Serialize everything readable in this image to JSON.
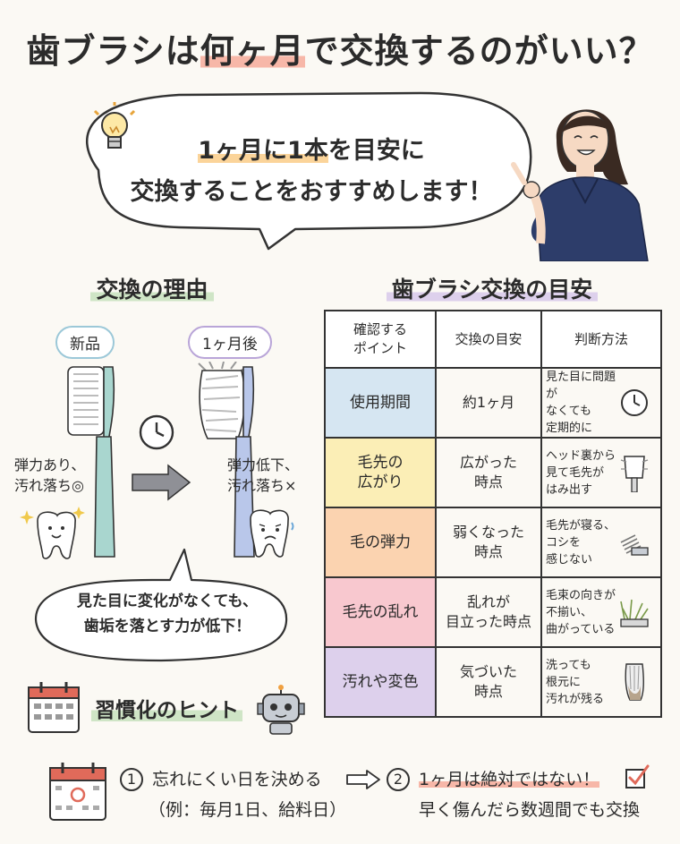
{
  "title": {
    "pre": "歯ブラシは",
    "highlight": "何ヶ月",
    "post": "で交換するのがいい？"
  },
  "bubble": {
    "line1_highlight": "1ヶ月に1本",
    "line1_post": "を目安に",
    "line2": "交換することをおすすめします！"
  },
  "reasons": {
    "title": "交換の理由",
    "new_label": "新品",
    "after_label": "1ヶ月後",
    "new_note_1": "弾力あり、",
    "new_note_2": "汚れ落ち◎",
    "after_note_1": "弾力低下、",
    "after_note_2": "汚れ落ち×",
    "speech_1": "見た目に変化がなくても、",
    "speech_2": "歯垢を落とす力が低下！"
  },
  "guide": {
    "title": "歯ブラシ交換の目安",
    "headers": [
      "確認する\nポイント",
      "交換の目安",
      "判断方法"
    ],
    "rows": [
      {
        "point": "使用期間",
        "timing": "約1ヶ月",
        "method": "見た目に問題が\nなくても\n定期的に",
        "color": "#d6e6f2",
        "icon": "clock-icon"
      },
      {
        "point": "毛先の\n広がり",
        "timing": "広がった\n時点",
        "method": "ヘッド裏から\n見て毛先が\nはみ出す",
        "color": "#fbeeb6",
        "icon": "brush-back-icon"
      },
      {
        "point": "毛の弾力",
        "timing": "弱くなった\n時点",
        "method": "毛先が寝る、\nコシを\n感じない",
        "color": "#fbd3b0",
        "icon": "bristles-flat-icon"
      },
      {
        "point": "毛先の乱れ",
        "timing": "乱れが\n目立った時点",
        "method": "毛束の向きが\n不揃い、\n曲がっている",
        "color": "#f8c8cf",
        "icon": "bristles-messy-icon"
      },
      {
        "point": "汚れや変色",
        "timing": "気づいた\n時点",
        "method": "洗っても\n根元に\n汚れが残る",
        "color": "#ddd0ec",
        "icon": "dirty-root-icon"
      }
    ]
  },
  "hints": {
    "title": "習慣化のヒント",
    "step1_num": "1",
    "step1_title": "忘れにくい日を決める",
    "step1_sub": "（例：毎月1日、給料日）",
    "step2_num": "2",
    "step2_title": "1ヶ月は絶対ではない！",
    "step2_sub": "早く傷んだら数週間でも交換"
  },
  "colors": {
    "new_brush": "#a9d6cf",
    "old_brush": "#b9c7ea",
    "scrubs": "#2d3d6a"
  }
}
